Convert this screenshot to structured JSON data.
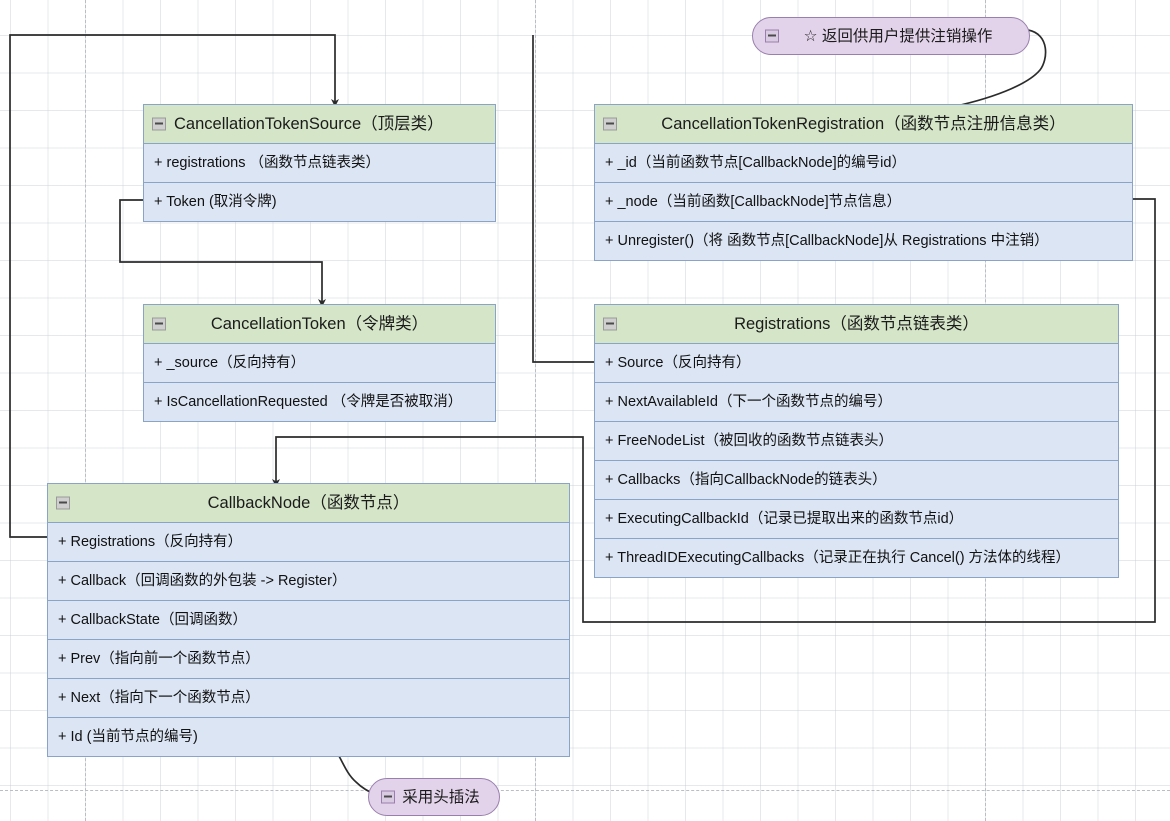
{
  "diagram": {
    "title": "CancellationTokenSource UML class diagram",
    "colors": {
      "class_header": "#d5e5c8",
      "class_row": "#dbe5f4",
      "class_border": "#8aa4c8",
      "note_fill": "#e2d3ea",
      "note_border": "#9a7fae",
      "edge": "#2b2b2b",
      "grid": "#c8cdd4"
    },
    "classes": [
      {
        "id": "cancellation-token-source",
        "title": "CancellationTokenSource（顶层类）",
        "rows": [
          "+ registrations （函数节点链表类）",
          "+ Token            (取消令牌)"
        ]
      },
      {
        "id": "cancellation-token-registration",
        "title": "CancellationTokenRegistration（函数节点注册信息类）",
        "rows": [
          "+ _id（当前函数节点[CallbackNode]的编号id）",
          "+ _node（当前函数[CallbackNode]节点信息）",
          "+ Unregister()（将 函数节点[CallbackNode]从 Registrations 中注销）"
        ]
      },
      {
        "id": "cancellation-token",
        "title": "CancellationToken（令牌类）",
        "rows": [
          "+ _source（反向持有）",
          "+ IsCancellationRequested （令牌是否被取消）"
        ]
      },
      {
        "id": "registrations",
        "title": "Registrations（函数节点链表类）",
        "rows": [
          "+ Source（反向持有）",
          "+ NextAvailableId（下一个函数节点的编号）",
          "+ FreeNodeList（被回收的函数节点链表头）",
          "+ Callbacks（指向CallbackNode的链表头）",
          "+ ExecutingCallbackId（记录已提取出来的函数节点id）",
          "+ ThreadIDExecutingCallbacks（记录正在执行 Cancel() 方法体的线程）"
        ]
      },
      {
        "id": "callback-node",
        "title": "CallbackNode（函数节点）",
        "rows": [
          "+ Registrations（反向持有）",
          "+ Callback（回调函数的外包装 -> Register）",
          "+ CallbackState（回调函数）",
          "+ Prev（指向前一个函数节点）",
          "+ Next（指向下一个函数节点）",
          "+ Id     (当前节点的编号)"
        ]
      }
    ],
    "notes": [
      {
        "id": "note-unregister",
        "icon": "star-icon",
        "star": "☆",
        "text": "返回供用户提供注销操作"
      },
      {
        "id": "note-head-insert",
        "icon": "",
        "star": "",
        "text": "采用头插法"
      }
    ]
  }
}
